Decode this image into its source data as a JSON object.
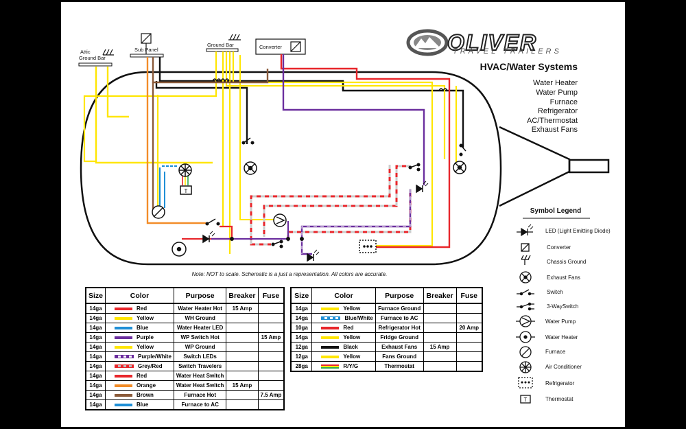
{
  "brand": {
    "name": "OLIVER",
    "tagline": "TRAVEL TRAILERS"
  },
  "title": "HVAC/Water Systems",
  "systems": [
    "Water Heater",
    "Water Pump",
    "Furnace",
    "Refrigerator",
    "AC/Thermostat",
    "Exhaust Fans"
  ],
  "labels": {
    "attic_ground_bar_1": "Attic",
    "attic_ground_bar_2": "Ground Bar",
    "sub_panel": "Sub Panel",
    "ground_bar": "Ground Bar",
    "converter": "Converter",
    "thermostat_symbol": "T"
  },
  "note": "Note: NOT to scale. Schematic is a just a representation. All colors are accurate.",
  "legend": {
    "title": "Symbol Legend",
    "items": [
      {
        "label": "LED (Light Emitting Diode)",
        "icon": "led-icon"
      },
      {
        "label": "Converter",
        "icon": "converter-icon"
      },
      {
        "label": "Chassis Ground",
        "icon": "chassis-ground-icon"
      },
      {
        "label": "Exhaust Fans",
        "icon": "exhaust-fan-icon"
      },
      {
        "label": "Switch",
        "icon": "switch-icon"
      },
      {
        "label": "3-WaySwitch",
        "icon": "three-way-switch-icon"
      },
      {
        "label": "Water Pump",
        "icon": "water-pump-icon"
      },
      {
        "label": "Water Heater",
        "icon": "water-heater-icon"
      },
      {
        "label": "Furnace",
        "icon": "furnace-icon"
      },
      {
        "label": "Air Conditioner",
        "icon": "air-conditioner-icon"
      },
      {
        "label": "Refrigerator",
        "icon": "refrigerator-icon"
      },
      {
        "label": "Thermostat",
        "icon": "thermostat-icon"
      }
    ]
  },
  "table_headers": [
    "Size",
    "Color",
    "Purpose",
    "Breaker",
    "Fuse"
  ],
  "table1": [
    {
      "size": "14ga",
      "color": "Red",
      "purpose": "Water Heater Hot",
      "breaker": "15 Amp",
      "fuse": "",
      "hex": "#e8262b",
      "stripe": ""
    },
    {
      "size": "14ga",
      "color": "Yellow",
      "purpose": "WH Ground",
      "breaker": "",
      "fuse": "",
      "hex": "#ffe600",
      "stripe": ""
    },
    {
      "size": "14ga",
      "color": "Blue",
      "purpose": "Water Heater LED",
      "breaker": "",
      "fuse": "",
      "hex": "#1f8fd6",
      "stripe": ""
    },
    {
      "size": "14ga",
      "color": "Purple",
      "purpose": "WP Switch Hot",
      "breaker": "",
      "fuse": "15 Amp",
      "hex": "#6b2e9e",
      "stripe": ""
    },
    {
      "size": "14ga",
      "color": "Yellow",
      "purpose": "WP Ground",
      "breaker": "",
      "fuse": "",
      "hex": "#ffe600",
      "stripe": ""
    },
    {
      "size": "14ga",
      "color": "Purple/White",
      "purpose": "Switch LEDs",
      "breaker": "",
      "fuse": "",
      "hex": "#6b2e9e",
      "stripe": "#ffffff"
    },
    {
      "size": "14ga",
      "color": "Grey/Red",
      "purpose": "Switch Travelers",
      "breaker": "",
      "fuse": "",
      "hex": "#e8262b",
      "stripe": "#bdbdbd"
    },
    {
      "size": "14ga",
      "color": "Red",
      "purpose": "Water Heat Switch",
      "breaker": "",
      "fuse": "",
      "hex": "#e8262b",
      "stripe": ""
    },
    {
      "size": "14ga",
      "color": "Orange",
      "purpose": "Water Heat Switch",
      "breaker": "15 Amp",
      "fuse": "",
      "hex": "#f28c28",
      "stripe": ""
    },
    {
      "size": "14ga",
      "color": "Brown",
      "purpose": "Furnace Hot",
      "breaker": "",
      "fuse": "7.5 Amp",
      "hex": "#8a5a3a",
      "stripe": ""
    },
    {
      "size": "14ga",
      "color": "Blue",
      "purpose": "Furnace to AC",
      "breaker": "",
      "fuse": "",
      "hex": "#1f8fd6",
      "stripe": ""
    }
  ],
  "table2": [
    {
      "size": "14ga",
      "color": "Yellow",
      "purpose": "Furnace Ground",
      "breaker": "",
      "fuse": "",
      "hex": "#ffe600",
      "stripe": ""
    },
    {
      "size": "14ga",
      "color": "Blue/White",
      "purpose": "Furnace to AC",
      "breaker": "",
      "fuse": "",
      "hex": "#1f8fd6",
      "stripe": "#ffffff"
    },
    {
      "size": "10ga",
      "color": "Red",
      "purpose": "Refrigerator Hot",
      "breaker": "",
      "fuse": "20 Amp",
      "hex": "#e8262b",
      "stripe": ""
    },
    {
      "size": "14ga",
      "color": "Yellow",
      "purpose": "Fridge Ground",
      "breaker": "",
      "fuse": "",
      "hex": "#ffe600",
      "stripe": ""
    },
    {
      "size": "12ga",
      "color": "Black",
      "purpose": "Exhaust Fans",
      "breaker": "15 Amp",
      "fuse": "",
      "hex": "#111111",
      "stripe": ""
    },
    {
      "size": "12ga",
      "color": "Yellow",
      "purpose": "Fans Ground",
      "breaker": "",
      "fuse": "",
      "hex": "#ffe600",
      "stripe": ""
    },
    {
      "size": "28ga",
      "color": "R/Y/G",
      "purpose": "Thermostat",
      "breaker": "",
      "fuse": "",
      "hex": "#e8262b",
      "stripe": "",
      "multi": [
        "#e8262b",
        "#ffe600",
        "#2fa84f"
      ]
    }
  ],
  "colors": {
    "red": "#e8262b",
    "yellow": "#ffe600",
    "blue": "#1f8fd6",
    "purple": "#6b2e9e",
    "orange": "#f28c28",
    "brown": "#8a5a3a",
    "grey": "#bdbdbd",
    "black": "#111111",
    "green": "#2fa84f"
  }
}
